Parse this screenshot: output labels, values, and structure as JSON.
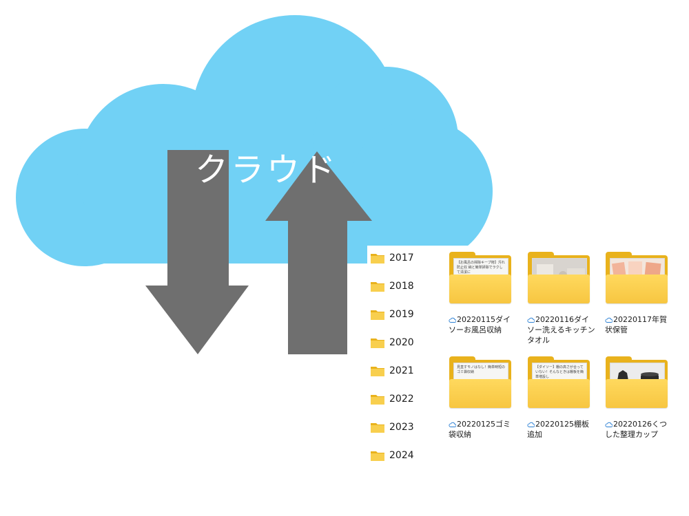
{
  "cloud": {
    "title": "クラウド",
    "color": "#71d1f5",
    "arrow_color": "#6f6f6f"
  },
  "pointer_arrow": {
    "color": "#f6a0a0",
    "stroke": "#555555"
  },
  "year_folders": [
    {
      "label": "2017"
    },
    {
      "label": "2018"
    },
    {
      "label": "2019"
    },
    {
      "label": "2020"
    },
    {
      "label": "2021"
    },
    {
      "label": "2022"
    },
    {
      "label": "2023"
    },
    {
      "label": "2024"
    }
  ],
  "folders": [
    {
      "name": "20220115ダイソーお風呂収納",
      "thumb": "【お風呂の掃除キープ術】汚れ防止収 納と簡単掃除でラクして清潔に",
      "status_icon": "cloud-icon"
    },
    {
      "name": "20220116ダイソー洗えるキッチンタオル",
      "thumb": "",
      "status_icon": "cloud-icon"
    },
    {
      "name": "20220117年賀状保管",
      "thumb": "",
      "status_icon": "cloud-icon"
    },
    {
      "name": "20220125ゴミ袋収納",
      "thumb": "見直すモノはなし！簡単時短のゴミ袋収納",
      "status_icon": "cloud-icon"
    },
    {
      "name": "20220125棚板追加",
      "thumb": "【ダイソー】棚の高さが合っていない！そんなときは棚板を簡単増設し",
      "status_icon": "cloud-icon"
    },
    {
      "name": "20220126くつした整理カップ",
      "thumb": "",
      "status_icon": "cloud-icon"
    }
  ]
}
